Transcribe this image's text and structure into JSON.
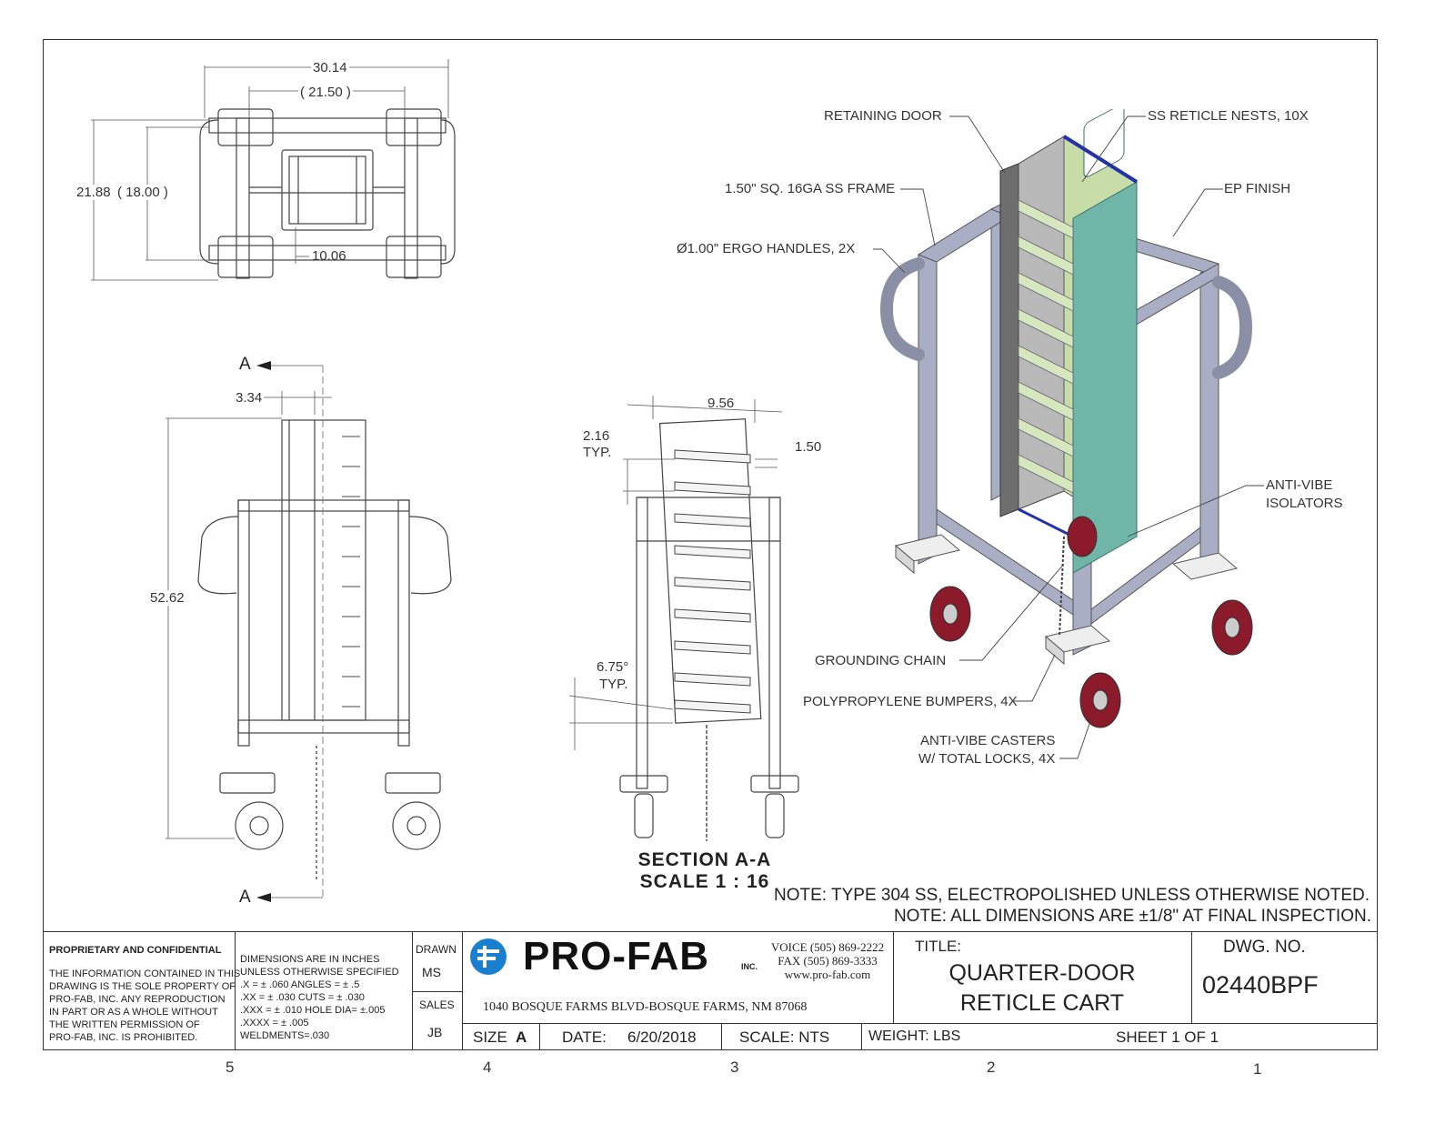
{
  "top_view": {
    "width_overall": "30.14",
    "width_inner": "( 21.50 )",
    "depth_overall": "21.88",
    "depth_inner": "( 18.00 )",
    "caster_offset": "10.06"
  },
  "side_view": {
    "section_marker_top": "A",
    "section_marker_bottom": "A",
    "offset": "3.34",
    "height": "52.62"
  },
  "section_view": {
    "width": "9.56",
    "spacing": "2.16",
    "spacing_note": "TYP.",
    "nest_height": "1.50",
    "angle": "6.75°",
    "angle_note": "TYP.",
    "title_line1": "SECTION A-A",
    "title_line2": "SCALE 1 : 16"
  },
  "callouts": {
    "retaining_door": "RETAINING DOOR",
    "reticle_nests": "SS RETICLE NESTS, 10X",
    "frame": "1.50\" SQ. 16GA SS FRAME",
    "ep_finish": "EP FINISH",
    "ergo_handles": "Ø1.00\" ERGO HANDLES, 2X",
    "anti_vibe_1": "ANTI-VIBE",
    "anti_vibe_2": "ISOLATORS",
    "grounding_chain": "GROUNDING CHAIN",
    "bumpers": "POLYPROPYLENE BUMPERS, 4X",
    "casters_1": "ANTI-VIBE CASTERS",
    "casters_2": "W/ TOTAL LOCKS, 4X"
  },
  "notes": {
    "line1": "NOTE: TYPE 304 SS, ELECTROPOLISHED UNLESS OTHERWISE NOTED.",
    "line2": "NOTE: ALL DIMENSIONS ARE ±1/8\" AT FINAL INSPECTION."
  },
  "title_block": {
    "proprietary_title": "PROPRIETARY AND CONFIDENTIAL",
    "proprietary_text": [
      "THE INFORMATION CONTAINED IN THIS",
      "DRAWING IS THE SOLE PROPERTY OF",
      "PRO-FAB, INC.  ANY REPRODUCTION",
      "IN PART OR AS A WHOLE WITHOUT",
      "THE WRITTEN PERMISSION OF",
      "PRO-FAB, INC. IS PROHIBITED."
    ],
    "tolerances": [
      "DIMENSIONS ARE IN INCHES",
      "UNLESS OTHERWISE SPECIFIED",
      ".X = ± .060      ANGLES =  ± .5",
      ".XX = ± .030     CUTS =  ± .030",
      ".XXX = ± .010   HOLE DIA= ±.005",
      ".XXXX = ± .005",
      "WELDMENTS=.030"
    ],
    "drawn_label": "DRAWN",
    "drawn_by": "MS",
    "sales_label": "SALES",
    "sales_by": "JB",
    "company": "PRO-FAB",
    "company_suffix": "INC.",
    "voice": "VOICE (505) 869-2222",
    "fax": "FAX (505) 869-3333",
    "web": "www.pro-fab.com",
    "address": "1040 BOSQUE FARMS BLVD-BOSQUE FARMS, NM 87068",
    "title_label": "TITLE:",
    "title_line1": "QUARTER-DOOR",
    "title_line2": "RETICLE CART",
    "dwg_label": "DWG.  NO.",
    "dwg_no": "02440BPF",
    "size_label": "SIZE",
    "size": "A",
    "date_label": "DATE:",
    "date": "6/20/2018",
    "scale": "SCALE: NTS",
    "weight": "WEIGHT:  LBS",
    "sheet": "SHEET 1 OF 1"
  },
  "zone_numbers": [
    "5",
    "4",
    "3",
    "2",
    "1"
  ],
  "colors": {
    "nest_panel": "#6fb5a8",
    "nest_shelf": "#c8dca8",
    "frame": "#a9aec4",
    "wheel": "#8b1a2b",
    "logo_blue": "#1b7fd0"
  }
}
